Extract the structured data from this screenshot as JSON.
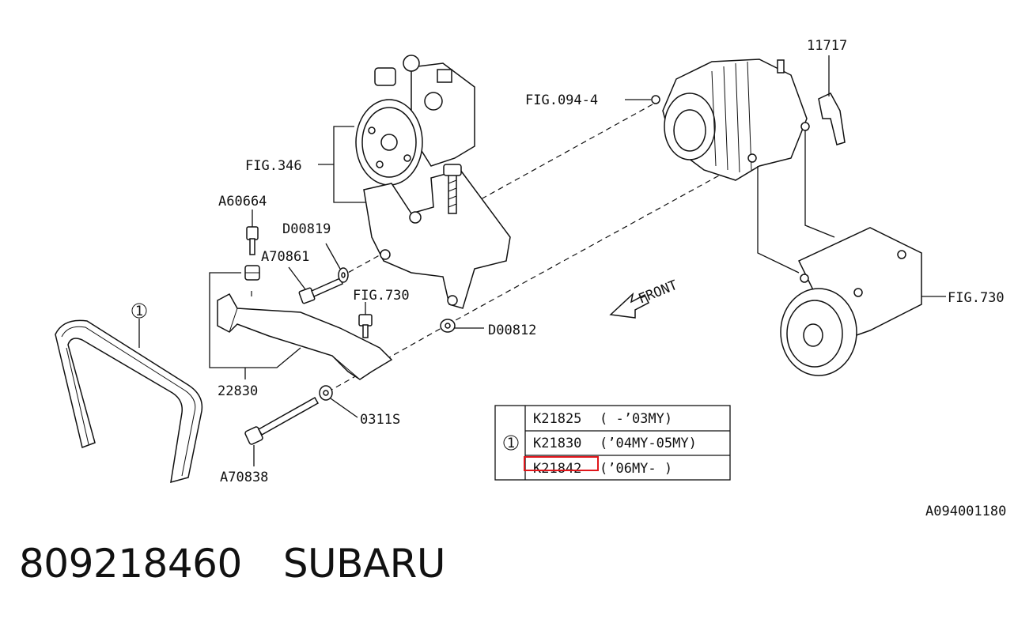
{
  "callouts": {
    "c11717": "11717",
    "fig094": "FIG.094-4",
    "fig346": "FIG.346",
    "a60664": "A60664",
    "d00819": "D00819",
    "a70861": "A70861",
    "fig730_bolt": "FIG.730",
    "d00812": "D00812",
    "fig730_comp": "FIG.730",
    "c22830": "22830",
    "c0311s": "0311S",
    "a70838": "A70838",
    "ref_num": "1",
    "front": "FRONT",
    "figure_code": "A094001180"
  },
  "parts_table": {
    "marker": "1",
    "rows": [
      {
        "part": "K21825",
        "years": "( -’03MY)"
      },
      {
        "part": "K21830",
        "years": "(’04MY-05MY)"
      },
      {
        "part": "K21842",
        "years": "(’06MY- )"
      }
    ],
    "highlight_color": "#e0161b"
  },
  "caption": {
    "part_number": "809218460",
    "brand": "SUBARU"
  }
}
